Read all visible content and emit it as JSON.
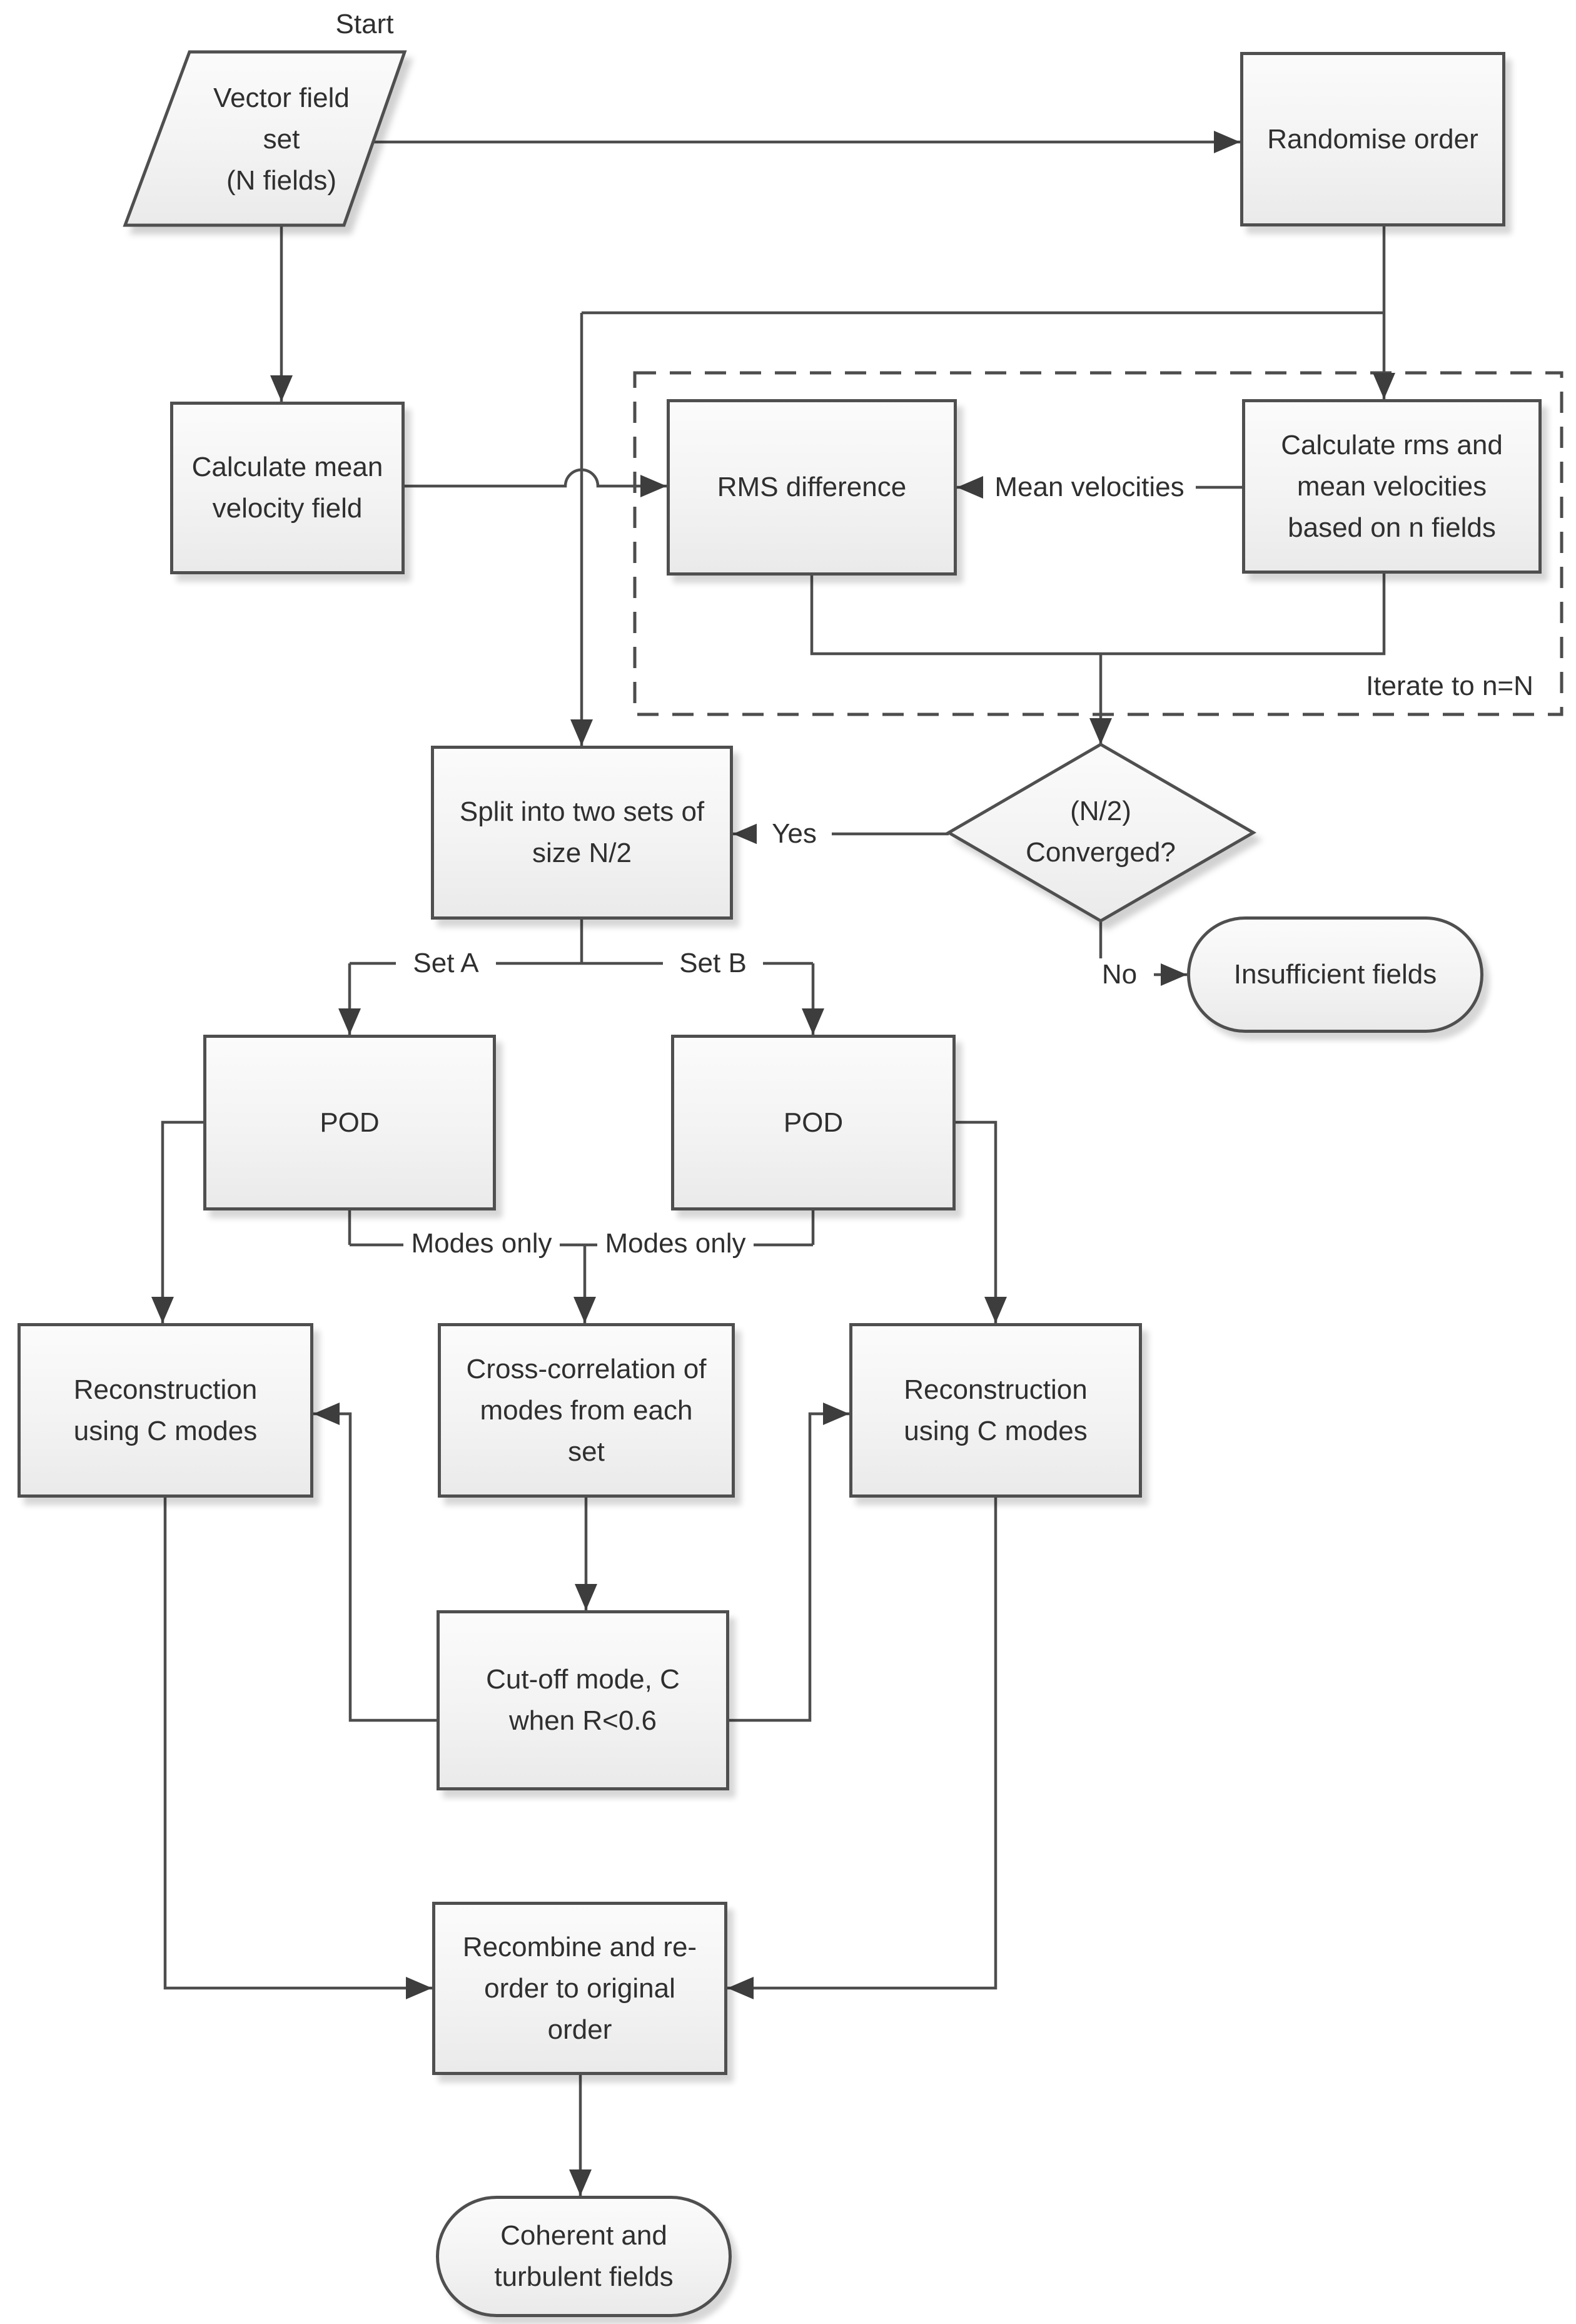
{
  "colors": {
    "line": "#4d4d4d",
    "box_border": "#4f4f4f",
    "box_fill": "#f3f3f3",
    "text": "#2f2f2f",
    "background": "#ffffff"
  },
  "nodes": {
    "start_label": "Start",
    "vector_field_set": "Vector field\nset\n(N fields)",
    "randomise_order": "Randomise order",
    "calculate_mean": "Calculate mean\nvelocity field",
    "rms_difference": "RMS difference",
    "calculate_rms": "Calculate rms and\nmean velocities\nbased on n fields",
    "split_sets": "Split into two sets of\nsize N/2",
    "converged": "(N/2)\nConverged?",
    "insufficient_fields": "Insufficient fields",
    "pod_a": "POD",
    "pod_b": "POD",
    "reconstruction_a": "Reconstruction\nusing C modes",
    "cross_correlation": "Cross-correlation of\nmodes from each\nset",
    "reconstruction_b": "Reconstruction\nusing C modes",
    "cutoff_mode": "Cut-off mode, C\nwhen R<0.6",
    "recombine": "Recombine and re-\norder to original\norder",
    "coherent_fields": "Coherent and\nturbulent fields"
  },
  "edge_labels": {
    "yes": "Yes",
    "no": "No",
    "set_a": "Set A",
    "set_b": "Set B",
    "modes_only_a": "Modes only",
    "modes_only_b": "Modes only",
    "mean_velocities": "Mean velocities",
    "iterate": "Iterate to n=N"
  }
}
